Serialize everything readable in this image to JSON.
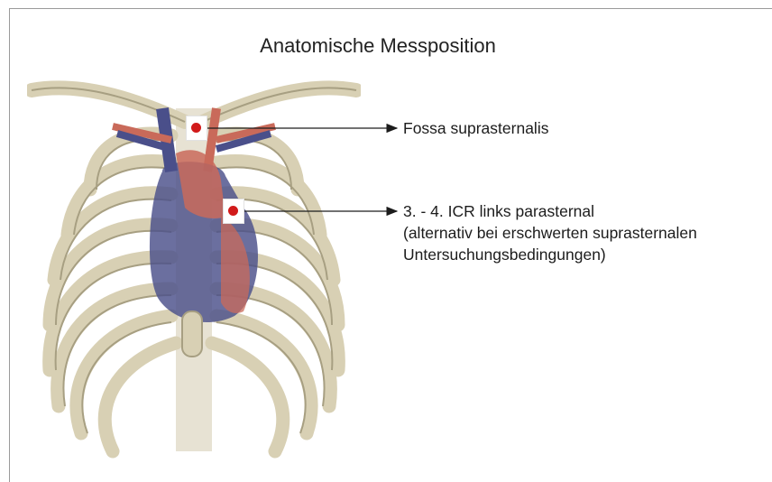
{
  "title": "Anatomische Messposition",
  "labels": {
    "fossa": "Fossa suprasternalis",
    "icr_line1": "3. - 4. ICR links parasternal",
    "icr_line2": "(alternativ bei erschwerten suprasternalen",
    "icr_line3": "Untersuchungsbedingungen)"
  },
  "colors": {
    "bone": "#d8d0b4",
    "bone_shadow": "#a79f82",
    "vein": "#4a4f8a",
    "artery": "#c96a5a",
    "marker_dot": "#d11a1a"
  },
  "icons": {
    "thorax": "ribcage-with-heart-illustration",
    "marker": "red-dot-marker"
  }
}
